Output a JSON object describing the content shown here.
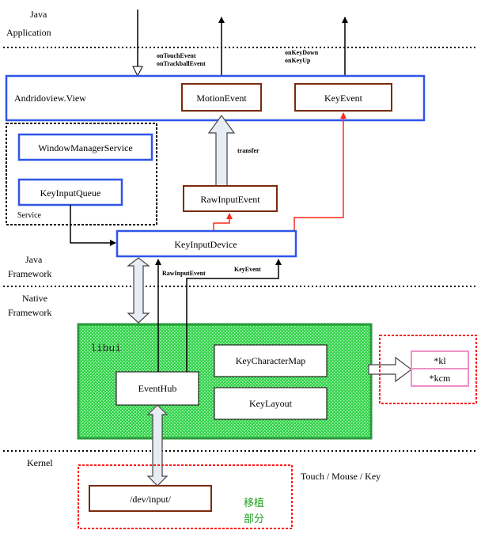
{
  "layers": {
    "java_application": [
      "Java",
      "Application"
    ],
    "java_framework": [
      "Java",
      "Framework"
    ],
    "native_framework": [
      "Native",
      "Framework"
    ],
    "kernel": "Kernel"
  },
  "nodes": {
    "android_view": "Andridoview.View",
    "motion_event": "MotionEvent",
    "key_event": "KeyEvent",
    "window_manager_service": "WindowManagerService",
    "key_input_queue": "KeyInputQueue",
    "service_label": "Service",
    "raw_input_event": "RawInputEvent",
    "key_input_device": "KeyInputDevice",
    "libui": "libui",
    "event_hub": "EventHub",
    "key_character_map": "KeyCharacterMap",
    "key_layout": "KeyLayout",
    "kl_file": "*kl",
    "kcm_file": "*kcm",
    "dev_input": "/dev/input/",
    "touch_mouse_key": "Touch / Mouse / Key",
    "porting_part": [
      "移植",
      "部分"
    ]
  },
  "edge_labels": {
    "on_touch_event": [
      "onTouchEvent",
      "onTrackballEvent"
    ],
    "on_key": [
      "onKeyDown",
      "onKeyUp"
    ],
    "transfer": "transfer",
    "raw_input_event_edge": "RawInputEvent",
    "key_event_edge": "KeyEvent"
  },
  "colors": {
    "blue_box": "#2f55e8",
    "brown_box": "#7a2a0c",
    "red_arrow": "#ff2a1a",
    "green_fill": "#33e04a",
    "red_dash": "#ff1a1a",
    "pink_box": "#f090c8",
    "chinese_text": "#22a022"
  }
}
